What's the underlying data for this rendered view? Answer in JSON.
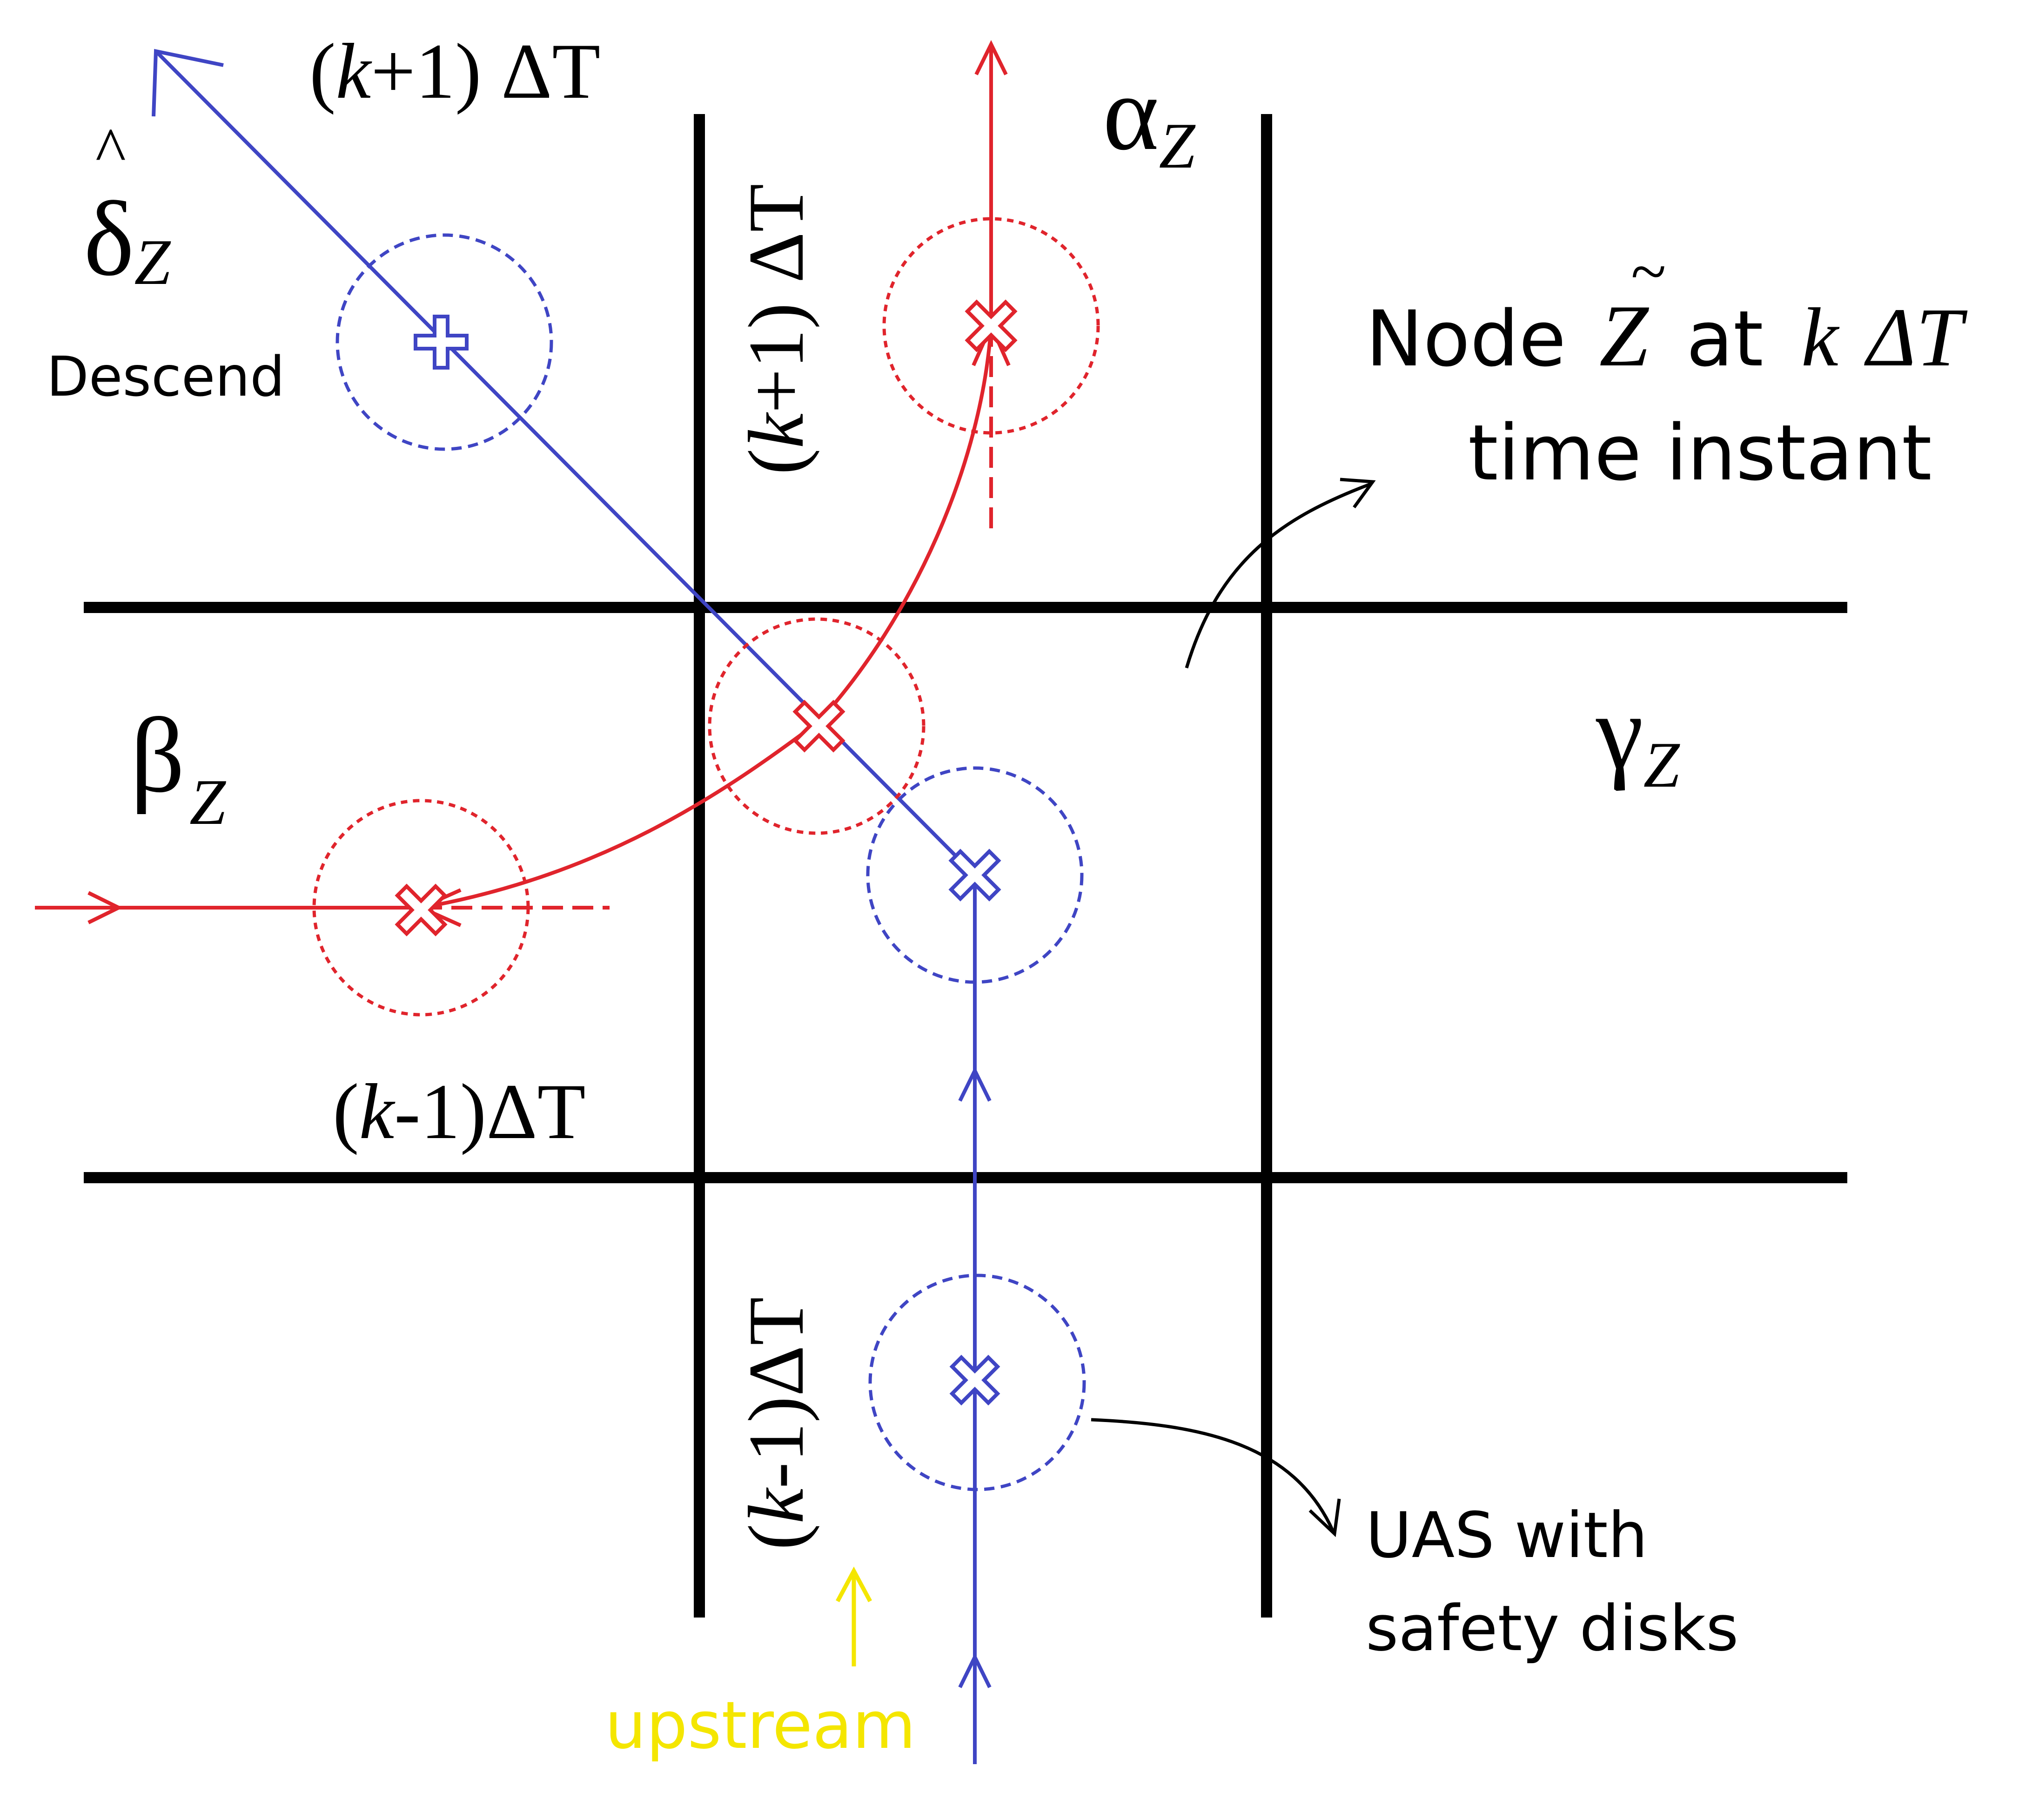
{
  "colors": {
    "grid": "#000000",
    "blue": "#3f45c4",
    "red": "#e0242c",
    "yellow": "#f4e600",
    "annotation": "#000000"
  },
  "labels": {
    "alpha": {
      "sym": "α",
      "sub": "Z"
    },
    "beta": {
      "sym": "β",
      "sub": "Z"
    },
    "gamma": {
      "sym": "γ",
      "sub": "Z"
    },
    "delta": {
      "sym": "δ",
      "hat": "^",
      "sub": "Z"
    },
    "descend": "Descend",
    "node_line1_a": "Node",
    "node_z": "Z",
    "node_tilde": "~",
    "node_line1_b": "at",
    "node_k": "k",
    "node_dt": "ΔT",
    "node_line2": "time instant",
    "uas_line1": "UAS with",
    "uas_line2": "safety disks",
    "upstream": "upstream"
  },
  "time_labels": {
    "top_horizontal": {
      "open": "(",
      "k": "k",
      "rest": "+1) ΔT"
    },
    "top_vertical": {
      "open": "(",
      "k": "k",
      "rest": "+1) ΔT"
    },
    "bottom_horizontal": {
      "open": "(",
      "k": "k",
      "rest": "-1)ΔT"
    },
    "bottom_vertical": {
      "open": "(",
      "k": "k",
      "rest": "-1)ΔT"
    }
  },
  "icons": {
    "red_marker": "cross-x-icon",
    "blue_marker_plus": "plus-icon",
    "blue_marker_x": "cross-x-icon"
  }
}
